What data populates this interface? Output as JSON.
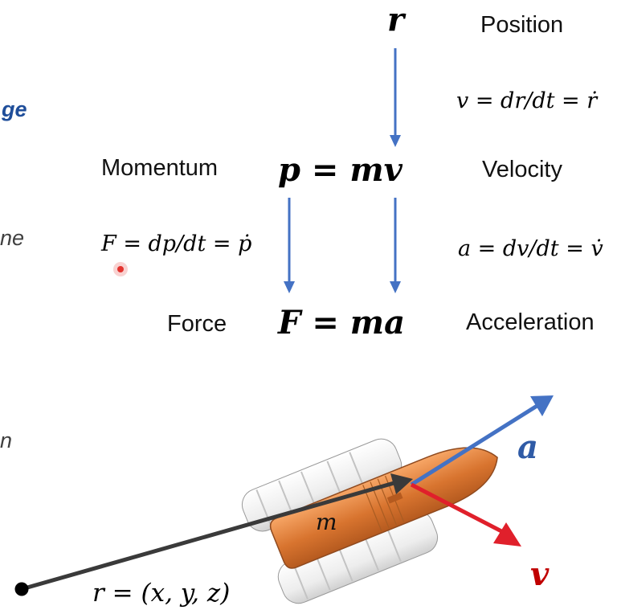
{
  "left_fragments": {
    "blue_text": "ge",
    "gray_text_1": "ne",
    "gray_text_2": "n"
  },
  "labels": {
    "position": "Position",
    "velocity": "Velocity",
    "acceleration": "Acceleration",
    "momentum": "Momentum",
    "force": "Force"
  },
  "equations": {
    "r": "r",
    "p_mv": "p = mv",
    "f_ma": "F = ma",
    "v_def": "v = dr/dt = ṙ",
    "a_def": "a = dv/dt = v̇",
    "f_def": "F = dp/dt = ṗ",
    "r_coords": "r = (x, y, z)"
  },
  "vectors": {
    "a_label": "a",
    "v_label": "v",
    "m_label": "m"
  },
  "colors": {
    "arrow_blue": "#4472C4",
    "fragment_blue": "#1F4E9A",
    "a_blue": "#2F5BA6",
    "v_red": "#C00000",
    "red_arrow": "#E0202B",
    "position_line": "#3A3A3A",
    "rocket_orange": "#D8742F",
    "booster_white": "#F2F2F2",
    "pointer_red": "#E3342F"
  }
}
